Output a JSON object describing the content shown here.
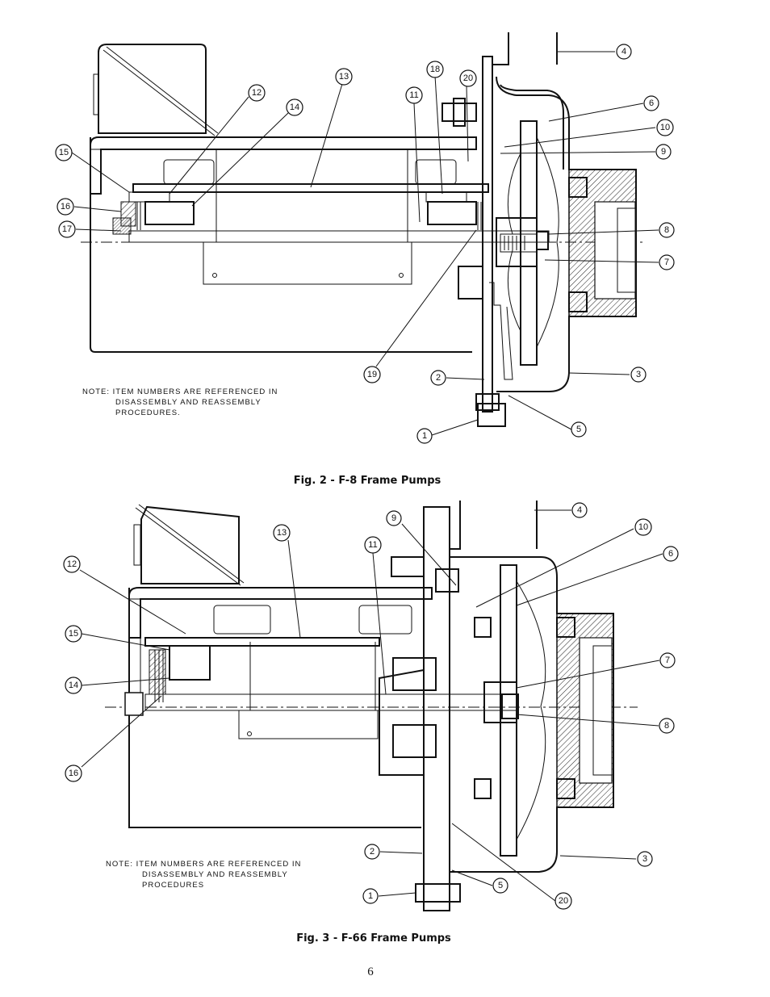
{
  "figures": [
    {
      "caption": "Fig. 2 - F-8 Frame Pumps",
      "note": [
        "NOTE:  ITEM NUMBERS ARE REFERENCED IN",
        "DISASSEMBLY AND REASSEMBLY",
        "PROCEDURES."
      ],
      "callouts": [
        "1",
        "2",
        "3",
        "4",
        "5",
        "6",
        "7",
        "8",
        "9",
        "10",
        "11",
        "12",
        "13",
        "14",
        "15",
        "16",
        "17",
        "18",
        "19",
        "20"
      ]
    },
    {
      "caption": "Fig. 3 - F-66 Frame Pumps",
      "note": [
        "NOTE:  ITEM NUMBERS ARE REFERENCED IN",
        "DISASSEMBLY AND REASSEMBLY",
        "PROCEDURES"
      ],
      "callouts": [
        "1",
        "2",
        "3",
        "4",
        "5",
        "6",
        "7",
        "8",
        "9",
        "10",
        "11",
        "12",
        "13",
        "14",
        "15",
        "16",
        "20"
      ]
    }
  ],
  "page_number": "6"
}
